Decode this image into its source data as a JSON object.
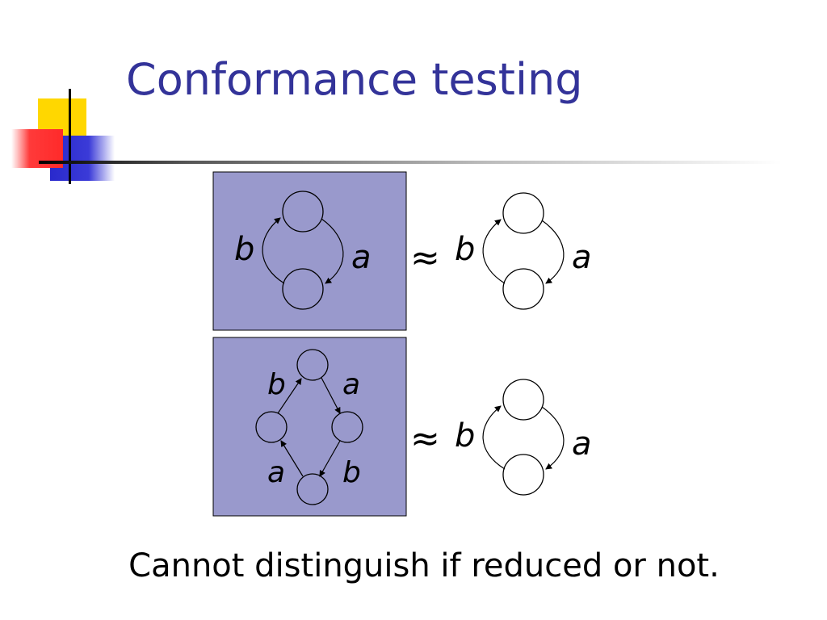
{
  "slide": {
    "title": "Conformance testing",
    "caption": "Cannot distinguish if reduced or not."
  },
  "colors": {
    "title": "#333399",
    "box_fill": "#9999cc",
    "deco_yellow": "#ffd700",
    "deco_red": "#ff2a2a",
    "deco_blue": "#2929cc"
  },
  "diagrams": {
    "row1": {
      "left_labels": [
        "b",
        "a"
      ],
      "relation": "≈",
      "right_labels": [
        "b",
        "a"
      ]
    },
    "row2": {
      "left_labels": [
        "b",
        "a",
        "a",
        "b"
      ],
      "relation": "≈",
      "right_labels": [
        "b",
        "a"
      ]
    }
  }
}
